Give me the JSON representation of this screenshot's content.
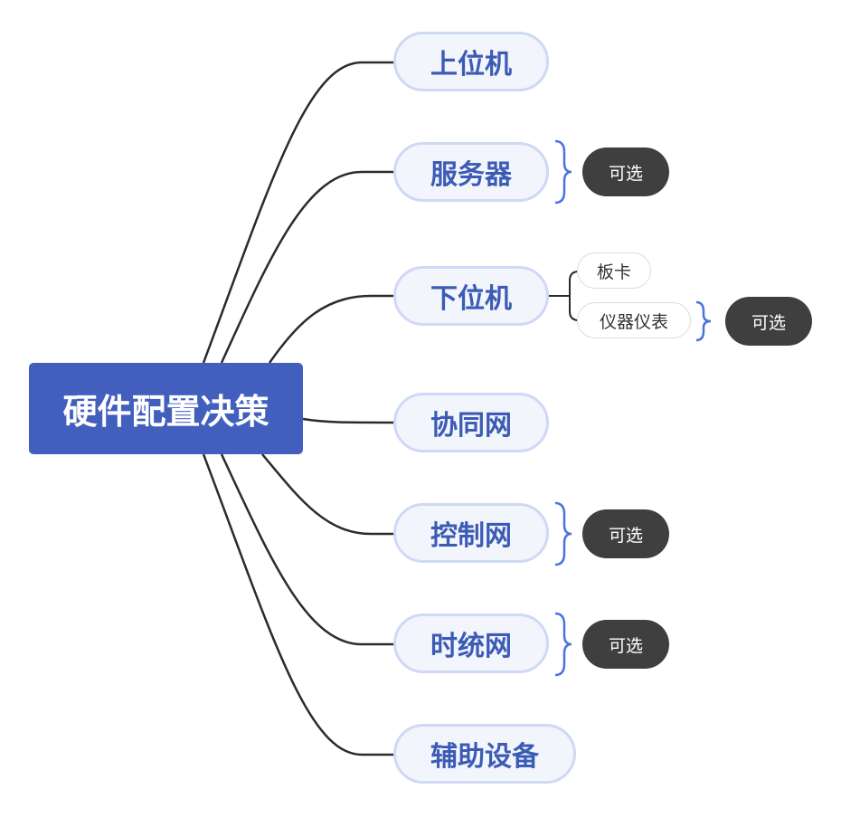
{
  "root": {
    "label": "硬件配置决策"
  },
  "branches": [
    {
      "label": "上位机"
    },
    {
      "label": "服务器",
      "tag": "可选"
    },
    {
      "label": "下位机",
      "children": [
        {
          "label": "板卡"
        },
        {
          "label": "仪器仪表",
          "tag": "可选"
        }
      ]
    },
    {
      "label": "协同网"
    },
    {
      "label": "控制网",
      "tag": "可选"
    },
    {
      "label": "时统网",
      "tag": "可选"
    },
    {
      "label": "辅助设备"
    }
  ],
  "colors": {
    "root_fill": "#425fbd",
    "branch_text": "#3b5bb5",
    "branch_fill": "#f3f5fd",
    "branch_border": "#cfd8f5",
    "connector": "#2b2b2b",
    "brace": "#4a72e0",
    "tag_fill": "#3f3f3f"
  }
}
